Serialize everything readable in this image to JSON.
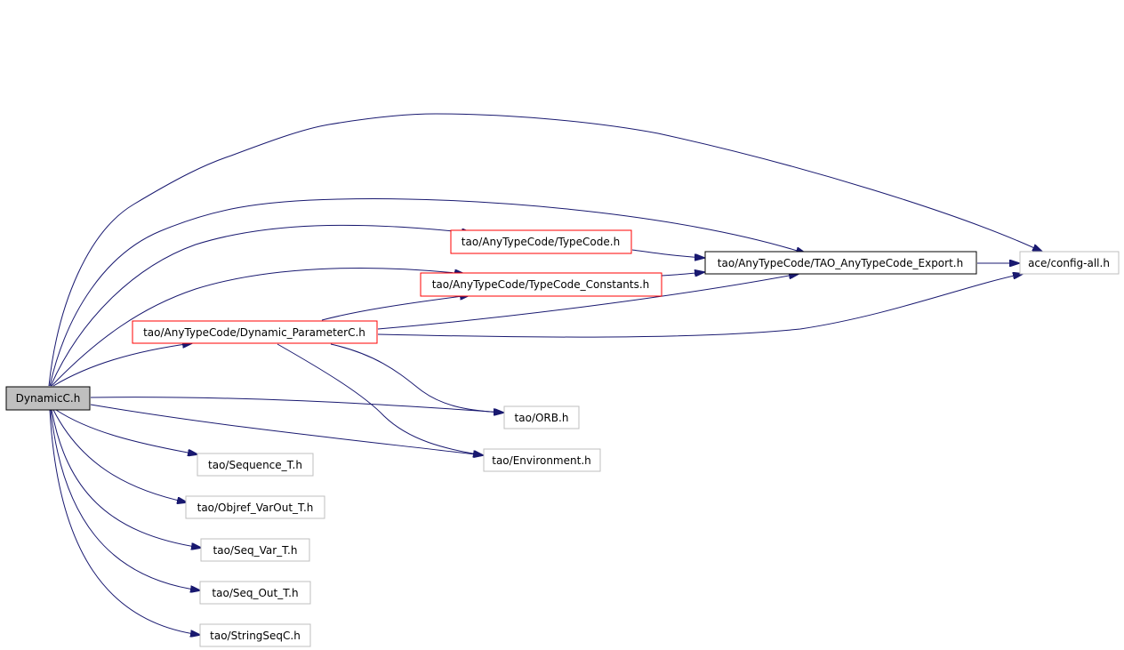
{
  "diagram": {
    "colors": {
      "edge": "#191970",
      "root_fill": "#bfbfbf",
      "root_border": "#000000",
      "expandable_border": "#ff0000",
      "leaf_border": "#bfbfbf",
      "export_border": "#000000"
    },
    "nodes": {
      "dynamicc": {
        "label": "DynamicC.h"
      },
      "typecode": {
        "label": "tao/AnyTypeCode/TypeCode.h"
      },
      "export": {
        "label": "tao/AnyTypeCode/TAO_AnyTypeCode_Export.h"
      },
      "config": {
        "label": "ace/config-all.h"
      },
      "constants": {
        "label": "tao/AnyTypeCode/TypeCode_Constants.h"
      },
      "dynparam": {
        "label": "tao/AnyTypeCode/Dynamic_ParameterC.h"
      },
      "orb": {
        "label": "tao/ORB.h"
      },
      "environment": {
        "label": "tao/Environment.h"
      },
      "sequence": {
        "label": "tao/Sequence_T.h"
      },
      "objref": {
        "label": "tao/Objref_VarOut_T.h"
      },
      "seqvar": {
        "label": "tao/Seq_Var_T.h"
      },
      "seqout": {
        "label": "tao/Seq_Out_T.h"
      },
      "stringseq": {
        "label": "tao/StringSeqC.h"
      }
    }
  }
}
